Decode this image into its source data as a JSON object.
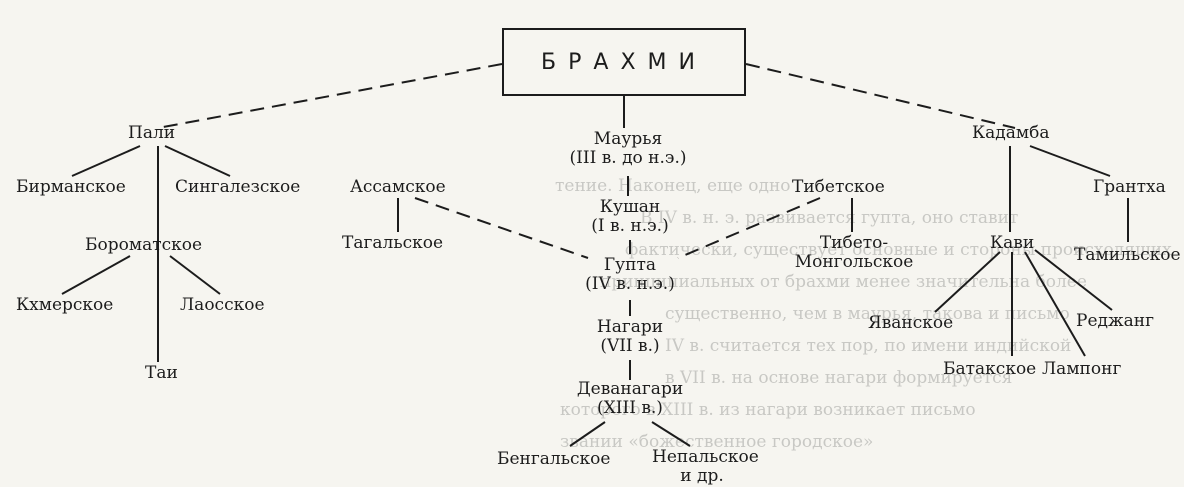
{
  "root": "БРАХМИ",
  "nodes": {
    "pali": "Пали",
    "burmese": "Бирманское",
    "sinhala": "Сингалезское",
    "boromat": "Бороматское",
    "khmer": "Кхмерское",
    "lao": "Лаосское",
    "thai": "Таи",
    "maurya_1": "Маурья",
    "maurya_2": "(III в. до н.э.)",
    "assamese": "Ассамское",
    "tagal": "Тагальское",
    "tibetan": "Тибетское",
    "tibmong_1": "Тибето-",
    "tibmong_2": "Монгольское",
    "kushan_1": "Кушан",
    "kushan_2": "(I в. н.э.)",
    "gupta_1": "Гупта",
    "gupta_2": "(IV в. н.э.)",
    "nagari_1": "Нагари",
    "nagari_2": "(VII в.)",
    "devanagari_1": "Деванагари",
    "devanagari_2": "(XIII в.)",
    "bengali": "Бенгальское",
    "nepali_1": "Непальское",
    "nepali_2": "и др.",
    "kadamba": "Кадамба",
    "grantha": "Грантха",
    "tamil": "Тамильское",
    "kavi": "Кави",
    "javanese": "Яванское",
    "rejang": "Реджанг",
    "batak": "Батакское",
    "lampung": "Лампонг"
  },
  "background_text": [
    "тение. Наконец, еще одно",
    "В IV в. н. э. развивается гупта, оно ставит",
    "фактически, существует основные и стороны происходящих",
    "принципиальных от брахми менее значительна более",
    "существенно, чем в маурья, такова и письмо",
    "IV в. считается тех пор, по имени индийской",
    "в VII в. на основе нагари формируется",
    "которого в XIII в. из нагари возникает письмо",
    "звании «божественное городское»"
  ]
}
